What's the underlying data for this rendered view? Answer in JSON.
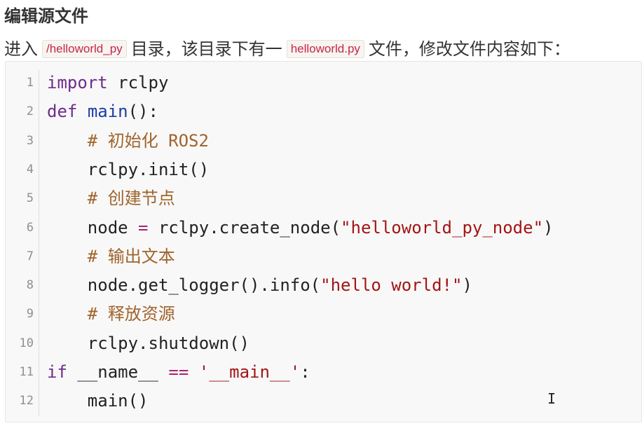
{
  "heading": "编辑源文件",
  "paragraph": {
    "prefix": "进入",
    "dir_code": "/helloworld_py",
    "middle": "目录，该目录下有一",
    "file_code": "helloworld.py",
    "suffix": "文件，修改文件内容如下："
  },
  "code": {
    "language": "python",
    "line_numbers": [
      "1",
      "2",
      "3",
      "4",
      "5",
      "6",
      "7",
      "8",
      "9",
      "10",
      "11",
      "12"
    ],
    "lines": [
      [
        {
          "t": "import",
          "c": "kw"
        },
        {
          "t": " rclpy",
          "c": ""
        }
      ],
      [
        {
          "t": "def",
          "c": "kw"
        },
        {
          "t": " ",
          "c": ""
        },
        {
          "t": "main",
          "c": "fn"
        },
        {
          "t": "():",
          "c": ""
        }
      ],
      [
        {
          "t": "    ",
          "c": ""
        },
        {
          "t": "# 初始化 ROS2",
          "c": "cm"
        }
      ],
      [
        {
          "t": "    rclpy.init()",
          "c": ""
        }
      ],
      [
        {
          "t": "    ",
          "c": ""
        },
        {
          "t": "# 创建节点",
          "c": "cm"
        }
      ],
      [
        {
          "t": "    node ",
          "c": ""
        },
        {
          "t": "=",
          "c": "op"
        },
        {
          "t": " rclpy.create_node(",
          "c": ""
        },
        {
          "t": "\"helloworld_py_node\"",
          "c": "str"
        },
        {
          "t": ")",
          "c": ""
        }
      ],
      [
        {
          "t": "    ",
          "c": ""
        },
        {
          "t": "# 输出文本",
          "c": "cm"
        }
      ],
      [
        {
          "t": "    node.get_logger().info(",
          "c": ""
        },
        {
          "t": "\"hello world!\"",
          "c": "str"
        },
        {
          "t": ")",
          "c": ""
        }
      ],
      [
        {
          "t": "    ",
          "c": ""
        },
        {
          "t": "# 释放资源",
          "c": "cm"
        }
      ],
      [
        {
          "t": "    rclpy.shutdown()",
          "c": ""
        }
      ],
      [
        {
          "t": "if",
          "c": "kw"
        },
        {
          "t": " __name__ ",
          "c": ""
        },
        {
          "t": "==",
          "c": "op"
        },
        {
          "t": " ",
          "c": ""
        },
        {
          "t": "'__main__'",
          "c": "str"
        },
        {
          "t": ":",
          "c": ""
        }
      ],
      [
        {
          "t": "    main()",
          "c": ""
        }
      ]
    ]
  },
  "colors": {
    "keyword": "#6e2c8c",
    "function": "#1a3da6",
    "comment": "#a0642c",
    "string": "#a31515",
    "operator": "#a8226e",
    "inline_code_text": "#c7254e",
    "code_background": "#f8f8f8"
  },
  "cursor_icon": "text-cursor-icon"
}
